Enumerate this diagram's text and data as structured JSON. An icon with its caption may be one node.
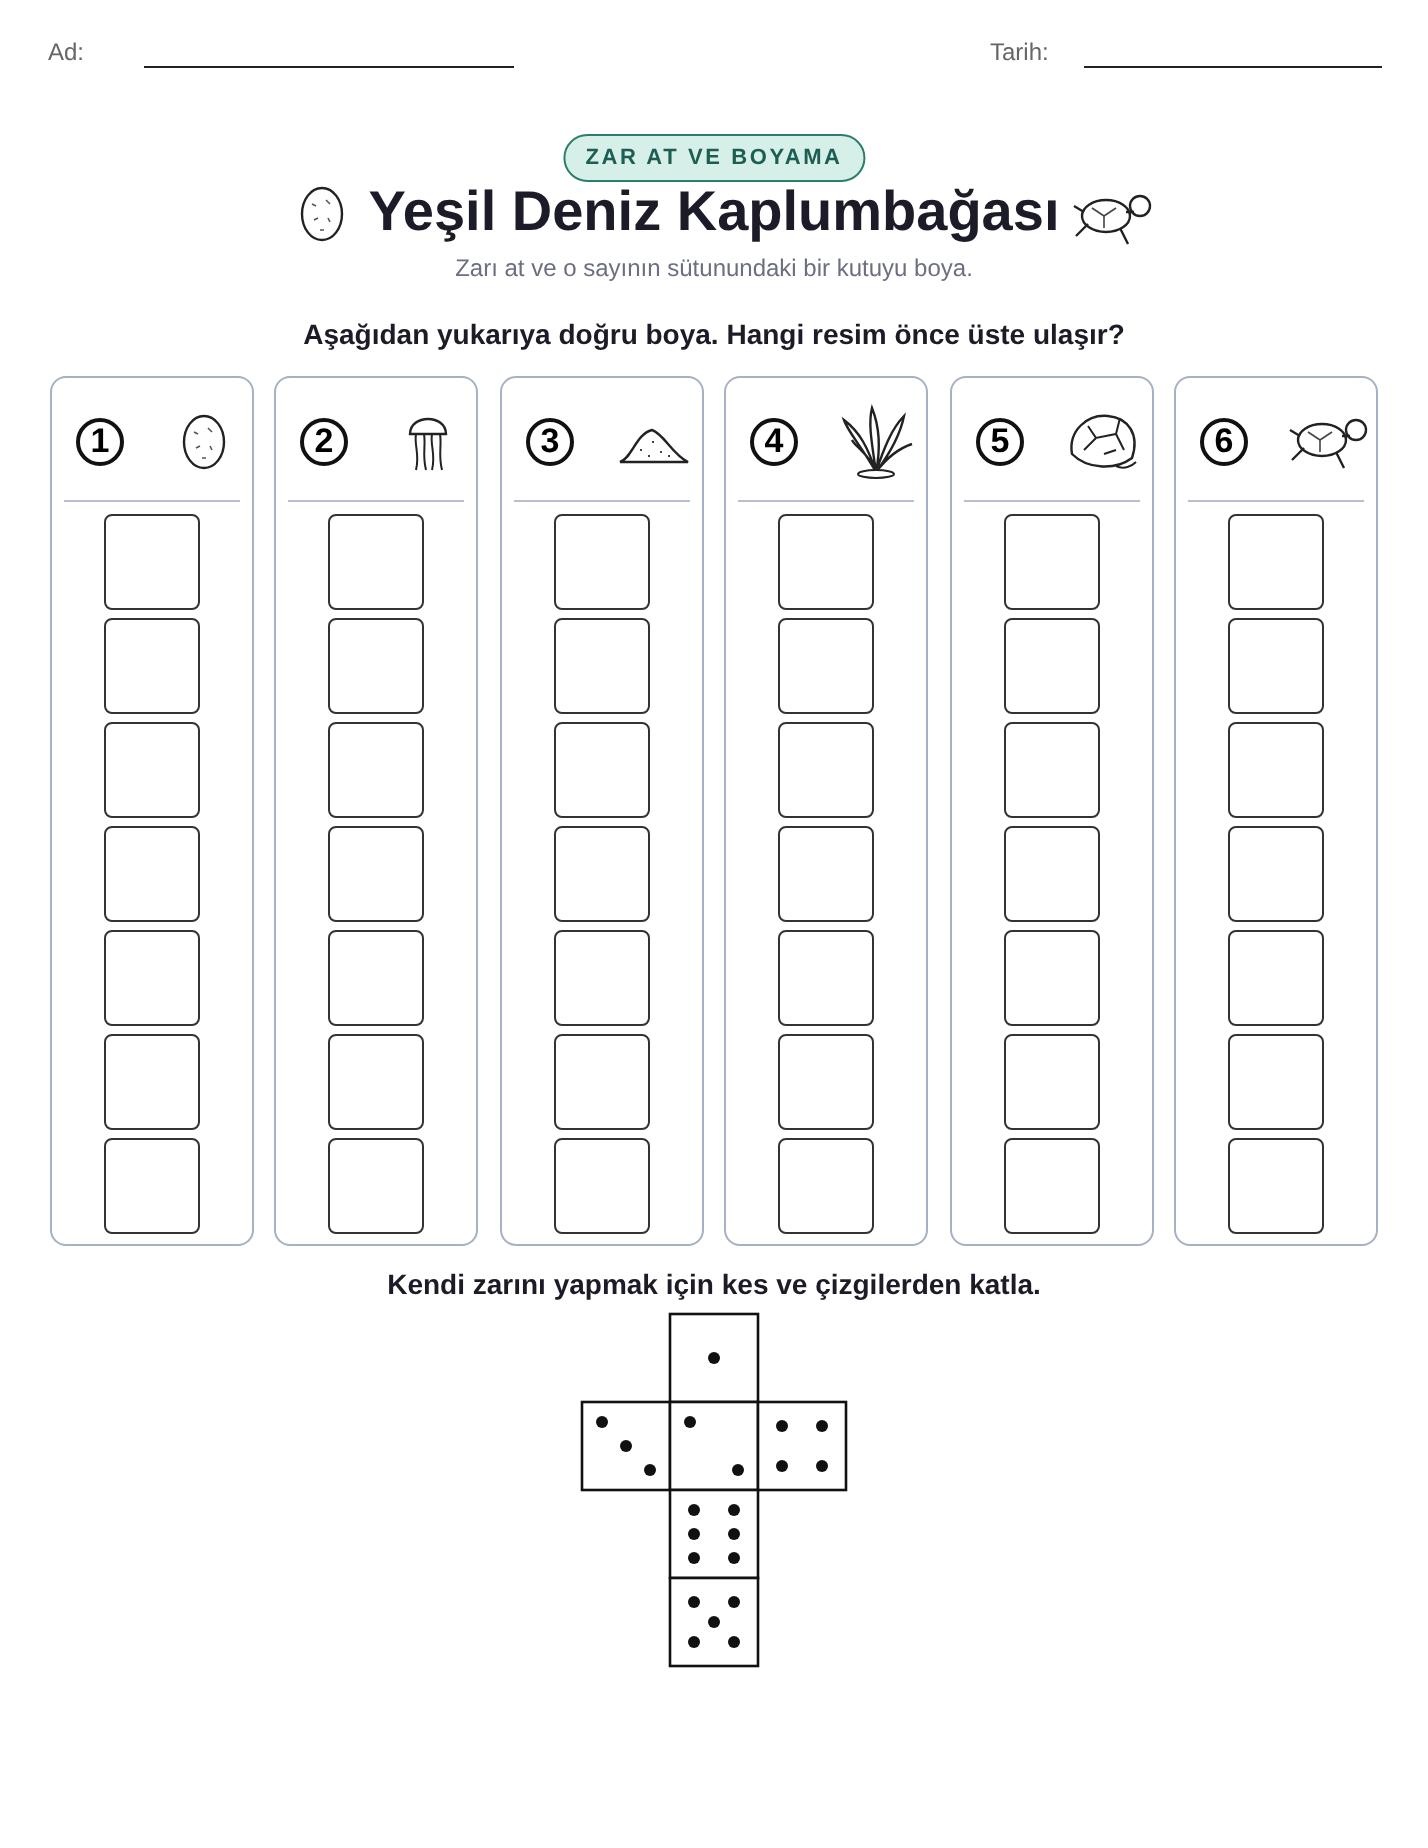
{
  "diagram": {
    "title": "Yeşil Deniz Kaplumbağası",
    "nodes": [
      {
        "text": [
          "ZAR AT VE BOYAMA"
        ]
      },
      {
        "text": [
          "1"
        ]
      },
      {
        "text": [
          "2"
        ]
      },
      {
        "text": [
          "3"
        ]
      },
      {
        "text": [
          "4"
        ]
      },
      {
        "text": [
          "5"
        ]
      },
      {
        "text": [
          "6"
        ]
      }
    ],
    "edges": [],
    "labels": [
      "Ad:",
      "Tarih:",
      "Zarı at ve o sayının sütunundaki bir kutuyu boya.",
      "Aşağıdan yukarıya doğru boya. Hangi resim önce üste ulaşır?",
      "Kendi zarını yapmak için kes ve çizgilerden katla."
    ]
  }
}
